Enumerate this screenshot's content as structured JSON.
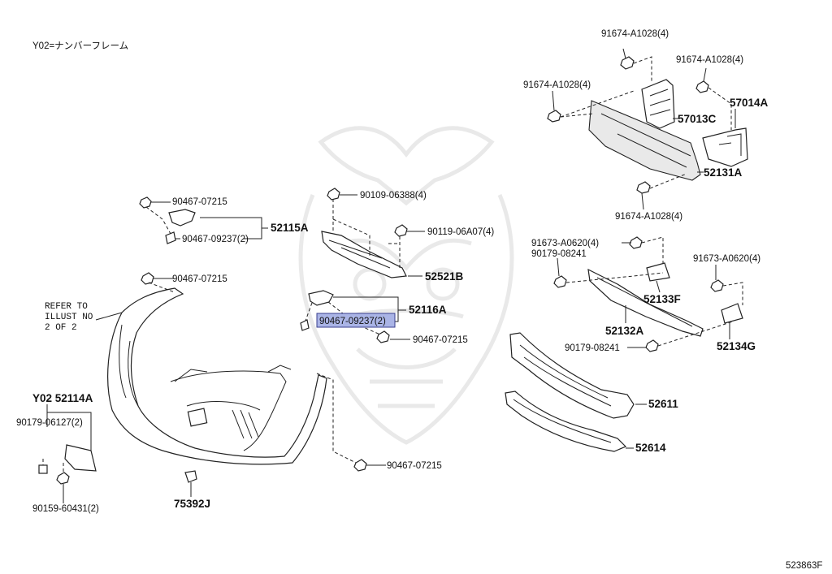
{
  "note": "Y02=ナンバーフレーム",
  "diagram_id": "523863F",
  "refer_note": [
    "REFER TO",
    "ILLUST NO",
    "2 OF 2"
  ],
  "callouts": {
    "c_91674_top": "91674-A1028(4)",
    "c_91674_right": "91674-A1028(4)",
    "c_91674_left": "91674-A1028(4)",
    "c_91674_bottom": "91674-A1028(4)",
    "p_57014A": "57014A",
    "p_57013C": "57013C",
    "p_52131A": "52131A",
    "c_90467_07215_a": "90467-07215",
    "p_52115A": "52115A",
    "c_90467_09237_a": "90467-09237(2)",
    "c_90109_06388": "90109-06388(4)",
    "c_90119_06A07": "90119-06A07(4)",
    "p_52521B": "52521B",
    "c_90467_07215_b": "90467-07215",
    "p_52116A": "52116A",
    "c_90467_09237_b": "90467-09237(2)",
    "c_90467_07215_c": "90467-07215",
    "c_91673_left": "91673-A0620(4)",
    "c_90179_08241_a": "90179-08241",
    "p_52133F": "52133F",
    "c_91673_right": "91673-A0620(4)",
    "p_52132A": "52132A",
    "c_90179_08241_b": "90179-08241",
    "p_52134G": "52134G",
    "p_52611": "52611",
    "p_52614": "52614",
    "p_52114A": "Y02 52114A",
    "c_90179_06127": "90179-06127(2)",
    "c_90159_60431": "90159-60431(2)",
    "p_75392J": "75392J",
    "c_90467_07215_d": "90467-07215"
  },
  "highlighted_callout": "90467-09237(2)",
  "colors": {
    "highlight": "#aab4e6",
    "line": "#222222",
    "watermark": "#d8d8d8"
  }
}
